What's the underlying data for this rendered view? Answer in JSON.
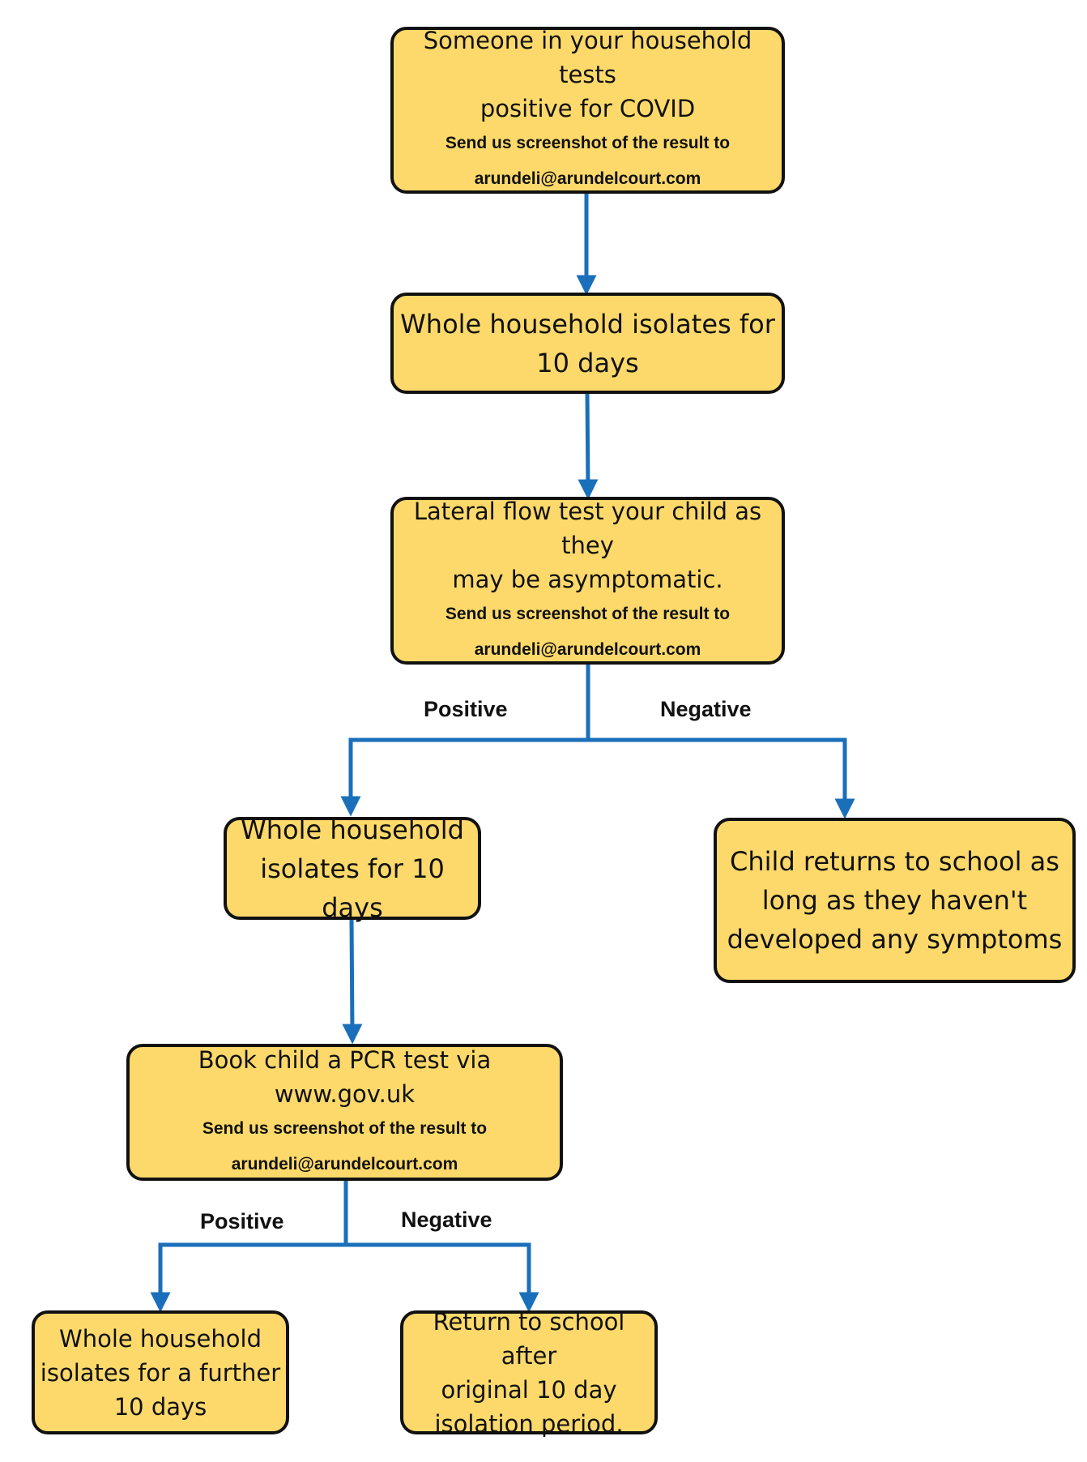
{
  "colors": {
    "box_fill": "#FCD96A",
    "box_border": "#111111",
    "connector": "#1A6FBA"
  },
  "nodes": {
    "household_positive": {
      "lines": [
        "Someone in your household tests",
        "positive for COVID"
      ],
      "note_lines": [
        "Send us screenshot of the result to",
        "arundeli@arundelcourt.com"
      ]
    },
    "isolate_10": {
      "lines": [
        "Whole household isolates for",
        "10 days"
      ]
    },
    "lateral_flow": {
      "lines": [
        "Lateral flow test your child as they",
        "may be asymptomatic."
      ],
      "note_lines": [
        "Send us screenshot of the result to",
        "arundeli@arundelcourt.com"
      ]
    },
    "lf_positive_isolate": {
      "lines": [
        "Whole household",
        "isolates for 10 days"
      ]
    },
    "lf_negative_return": {
      "lines": [
        "Child returns to school as",
        "long as they haven't",
        "developed any symptoms"
      ]
    },
    "pcr_test": {
      "lines": [
        "Book child a PCR test via www.gov.uk"
      ],
      "note_lines": [
        "Send us screenshot of the result to",
        "arundeli@arundelcourt.com"
      ]
    },
    "pcr_positive_isolate": {
      "lines": [
        "Whole household",
        "isolates for a further",
        "10 days"
      ]
    },
    "pcr_negative_return": {
      "lines": [
        "Return to school after",
        "original 10 day",
        "isolation period."
      ]
    }
  },
  "edge_labels": {
    "lf_positive": "Positive",
    "lf_negative": "Negative",
    "pcr_positive": "Positive",
    "pcr_negative": "Negative"
  }
}
